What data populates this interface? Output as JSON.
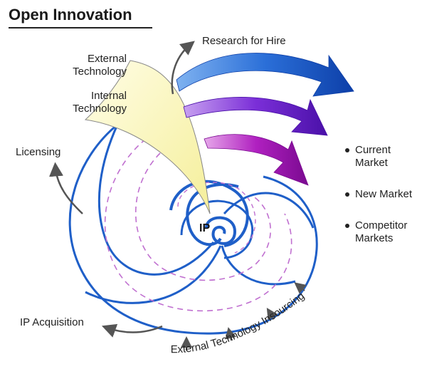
{
  "title": "Open Innovation",
  "labels": {
    "research_for_hire": "Research for Hire",
    "external_technology_line1": "External",
    "external_technology_line2": "Technology",
    "internal_technology_line1": "Internal",
    "internal_technology_line2": "Technology",
    "licensing": "Licensing",
    "ip_acquisition": "IP Acquisition",
    "external_technology_insourcing": "External Technology Insourcing",
    "ip": "IP"
  },
  "markets": [
    "Current Market",
    "New Market",
    "Competitor Markets"
  ],
  "colors": {
    "spiral_blue": "#1f5fc8",
    "arrow_blue": "#1e63d6",
    "arrow_purple": "#7a22d0",
    "arrow_magenta": "#b01cc0",
    "dashed_pink": "#c070d0",
    "cone_yellow": "#fbf7bf",
    "gray_arrow": "#555555"
  }
}
